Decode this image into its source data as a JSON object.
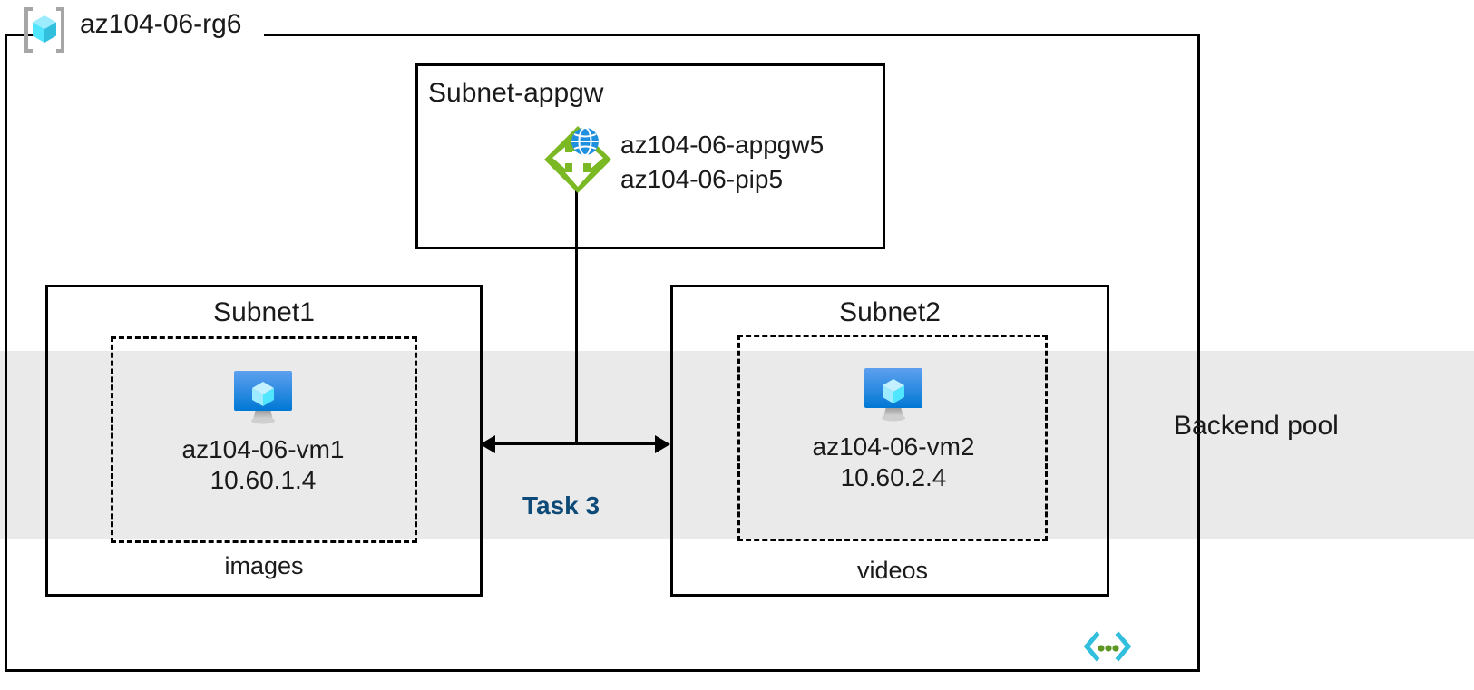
{
  "diagram": {
    "resource_group": {
      "name": "az104-06-rg6",
      "icon": "resource-group-cube-icon"
    },
    "backend_pool": {
      "label": "Backend pool",
      "band_color": "#eaeaea"
    },
    "task_marker": {
      "label": "Task 3",
      "color": "#0e4a78"
    },
    "subnets": [
      {
        "id": "subnet-appgw",
        "title": "Subnet-appgw",
        "resources": [
          {
            "icon": "application-gateway-icon",
            "lines": [
              "az104-06-appgw5",
              "az104-06-pip5"
            ]
          }
        ]
      },
      {
        "id": "subnet1",
        "title": "Subnet1",
        "caption": "images",
        "vm": {
          "icon": "virtual-machine-icon",
          "name": "az104-06-vm1",
          "ip": "10.60.1.4"
        }
      },
      {
        "id": "subnet2",
        "title": "Subnet2",
        "caption": "videos",
        "vm": {
          "icon": "virtual-machine-icon",
          "name": "az104-06-vm2",
          "ip": "10.60.2.4"
        }
      }
    ],
    "footer_icon": "code-brackets-icon",
    "colors": {
      "appgw_green": "#7ab824",
      "vm_blue": "#0078d4",
      "rg_cyan": "#50e6ff",
      "band_gray": "#eaeaea",
      "task_navy": "#0e4a78",
      "line_black": "#000000"
    }
  }
}
